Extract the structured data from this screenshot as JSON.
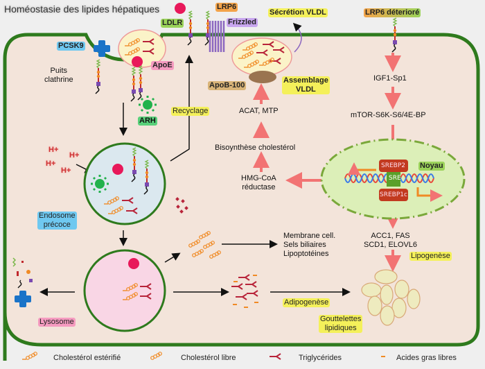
{
  "title": "Homéostasie des lipides hépatiques",
  "colors": {
    "membrane": "#2e7a1d",
    "cytoplasm": "#f3e4da",
    "endosome": "#dbe8ef",
    "lysosome": "#f9d6e5",
    "nucleus": "#dcefb8",
    "arrow_red": "#f27373",
    "ldl_particle": "#e8185a",
    "pcsk9": "#1a73c8",
    "arh": "#22b24c"
  },
  "labels": {
    "ldlr": "LDLR",
    "lrp6": "LRP6",
    "frizzled": "Frizzled",
    "pcsk9": "PCSK9",
    "apoe": "ApoE",
    "arh": "ARH",
    "puits": "Puits\nclathrine",
    "recyclage": "Recyclage",
    "secretion_vldl": "Sécrétion VLDL",
    "apob100": "ApoB-100",
    "assemblage": "Assemblage\nVLDL",
    "acat_mtp": "ACAT, MTP",
    "bisynthese": "Bisoynthèse cholestérol",
    "hmg": "HMG-CoA\nréductase",
    "lrp6_det": "LRP6 déterioré",
    "igf1": "IGF1-Sp1",
    "mtor": "mTOR-S6K-S6/4E-BP",
    "noyau": "Noyau",
    "srebp2": "SREBP2",
    "sre": "SRE",
    "srebp1c": "SREBP1c",
    "endosome": "Endosome\nprécoce",
    "h_plus": "H+",
    "membrane_products": "Membrane cell.\nSels biliaires\nLipoptotéines",
    "enzymes": "ACC1, FAS\nSCD1, ELOVL6",
    "lipogenese": "Lipogenèse",
    "adipogenese": "Adipogenèse",
    "gouttelettes": "Gouttelettes\nlipidiques",
    "lysosome": "Lysosome"
  },
  "legend": [
    {
      "icon": "esterified-cholesterol-icon",
      "label": "Cholestérol estérifié"
    },
    {
      "icon": "free-cholesterol-icon",
      "label": "Cholestérol libre"
    },
    {
      "icon": "triglyceride-icon",
      "label": "Triglycérides"
    },
    {
      "icon": "free-fatty-acid-icon",
      "label": "Acides gras libres"
    }
  ]
}
